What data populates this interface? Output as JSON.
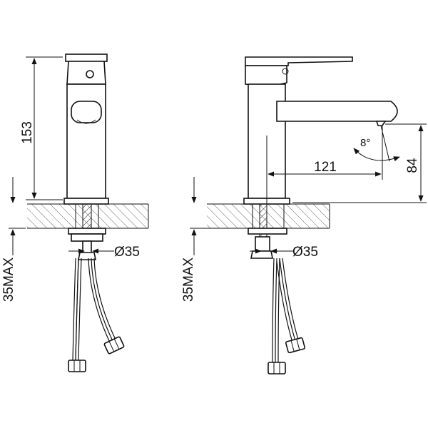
{
  "dimensions": {
    "height_left": "153",
    "rough_in_left": "35MAX",
    "hole_left": "Ø35",
    "reach_right": "121",
    "spout_height_right": "84",
    "spout_angle_right": "8°",
    "rough_in_right": "35MAX",
    "hole_right": "Ø35"
  },
  "colors": {
    "line": "#111111",
    "hatch": "#555555",
    "background": "#ffffff"
  }
}
